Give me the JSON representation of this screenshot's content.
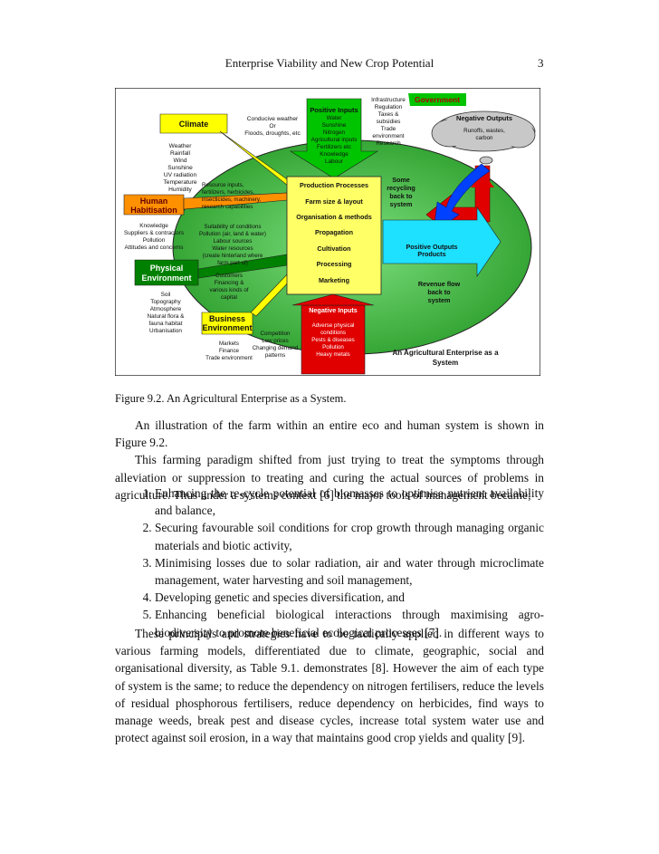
{
  "header": {
    "title": "Enterprise Viability and New Crop Potential",
    "page_number": "3"
  },
  "figure": {
    "climate": "Climate",
    "climate_items": [
      "Weather",
      "Rainfall",
      "Wind",
      "Sunshine",
      "UV radiation",
      "Temperature",
      "Humidity"
    ],
    "conducive_weather": [
      "Conducive weather",
      "Or",
      "Floods, droughts, etc"
    ],
    "positive_inputs_title": "Positive Inputs",
    "positive_inputs": [
      "Water",
      "Sunshine",
      "Nitrogen",
      "Agricultural inputs",
      "Fertilizers etc",
      "Knowledge",
      "Labour"
    ],
    "gov_items": [
      "Infrastructure",
      "Regulation",
      "Taxes &",
      "subsidies",
      "Trade",
      "environment",
      "Research"
    ],
    "government": "Government",
    "negative_outputs_title": "Negative Outputs",
    "negative_outputs": [
      "Runoffs, wastes,",
      "carbon"
    ],
    "human": [
      "Human",
      "Habitisation"
    ],
    "resource_inputs": [
      "Resource inputs,",
      "fertilizers, herbicides,",
      "insecticides, machinery,",
      "research capabilities"
    ],
    "human_items": [
      "Knowledge",
      "Suppliers & contractors",
      "Pollution",
      "Attitudes and concerns"
    ],
    "suitability": [
      "Suitability of conditions",
      "Pollution (air, land & water)",
      "Labour sources",
      "Water resources",
      "(create hinterland where",
      "farm part of)"
    ],
    "production_processes": "Production Processes",
    "farm_size": "Farm size & layout",
    "organisation": "Organisation & methods",
    "propagation": "Propagation",
    "cultivation": "Cultivation",
    "processing": "Processing",
    "marketing": "Marketing",
    "recycling": [
      "Some",
      "recycling",
      "back to",
      "system"
    ],
    "positive_outputs": [
      "Positive Outputs",
      "Products"
    ],
    "revenue": [
      "Revenue flow",
      "back to",
      "system"
    ],
    "physical": [
      "Physical",
      "Environment"
    ],
    "physical_items": [
      "Soil",
      "Topography",
      "Atmosphere",
      "Natural flora &",
      "fauna habitat",
      "Urbanisation"
    ],
    "customers": [
      "Customers",
      "Financing &",
      "various kinds of",
      "capital"
    ],
    "business": [
      "Business",
      "Environment"
    ],
    "business_items": [
      "Markets",
      "Finance",
      "Trade environment"
    ],
    "competition": [
      "Competition",
      "Low prices"
    ],
    "changing_demand": [
      "Changing demand",
      "patterns"
    ],
    "negative_inputs_title": "Negative Inputs",
    "negative_inputs": [
      "Adverse physical",
      "conditions",
      "Pests & diseases",
      "Pollution",
      "Heavy metals"
    ],
    "enterprise_title": [
      "An Agricultural Enterprise as a",
      "System"
    ]
  },
  "caption": "Figure 9.2. An Agricultural Enterprise as a System.",
  "para1": "An illustration of the farm within an entire eco and human system is shown in Figure 9.2.",
  "para2": "This farming paradigm shifted from just trying to treat the symptoms through alleviation or suppression to treating and curing the actual sources of problems in agriculture. Thus under a systems context [6] the major tools of management became;",
  "list": [
    "Enhancing the re-cycle potential of biomasses to optimise nutrient availability and balance,",
    "Securing favourable soil conditions for crop growth through managing organic materials and biotic activity,",
    "Minimising losses due to solar radiation, air and water through microclimate management, water harvesting and soil management,",
    "Developing genetic and species diversification, and",
    "Enhancing beneficial biological interactions through maximising agro-biodiversity to promote beneficial ecological processes [7]."
  ],
  "para3": "These principals and strategies have to be tactically applied in different ways to various farming models, differentiated due to climate, geographic, social and organisational diversity, as Table 9.1. demonstrates [8]. However the aim of each type of system is the same; to reduce the dependency on nitrogen fertilisers, reduce the levels of residual phosphorous fertilisers, reduce dependency on herbicides, find ways to manage weeds, break pest and disease cycles, increase total system water use and protect against soil erosion, in a way that maintains good crop yields and quality [9]."
}
